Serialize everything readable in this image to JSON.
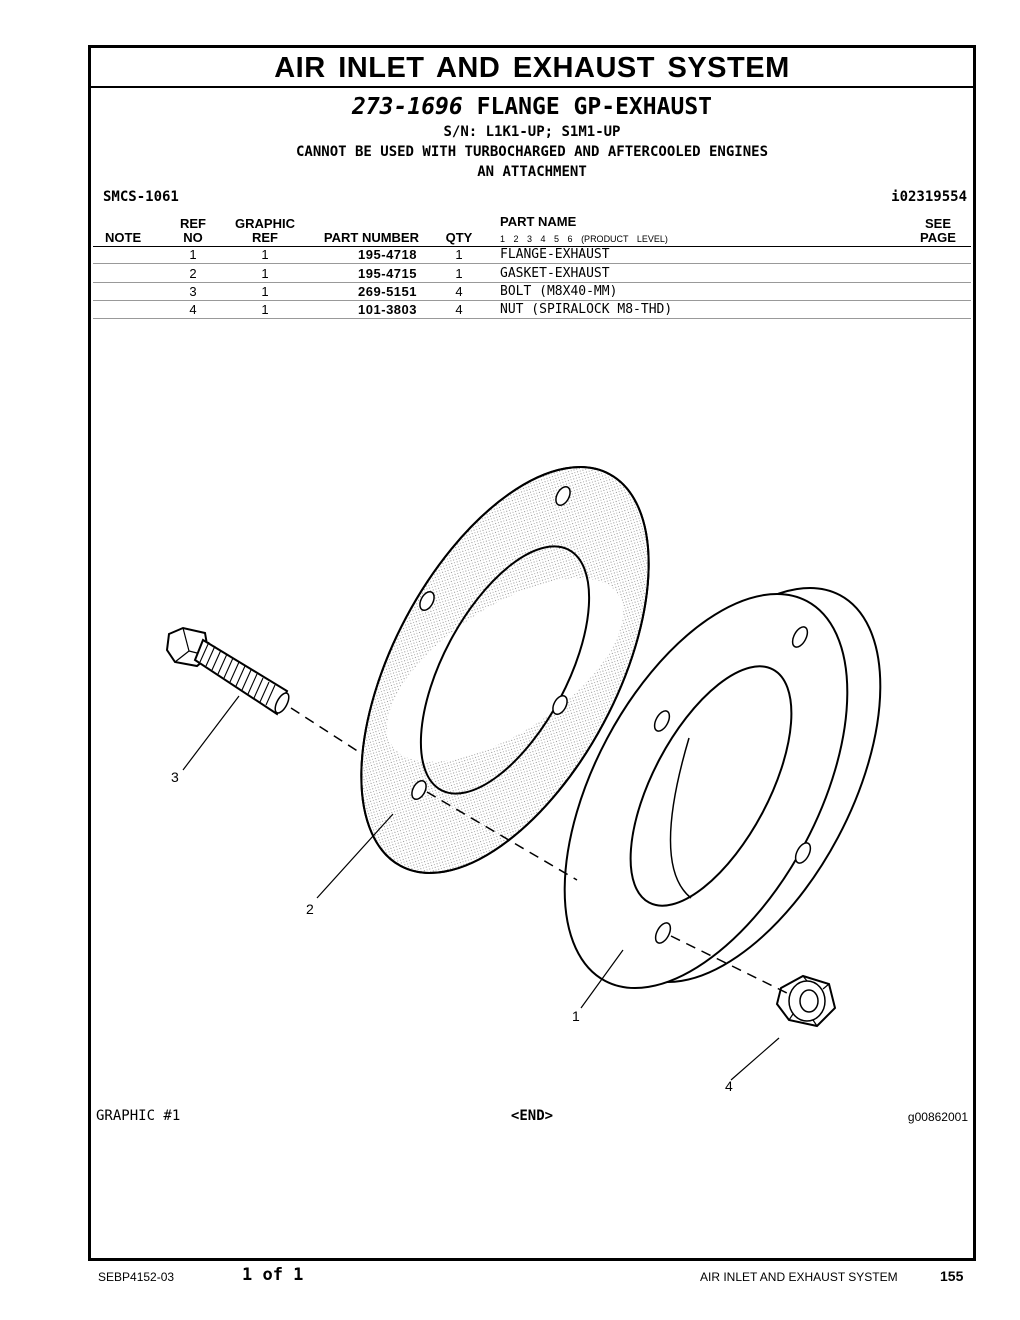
{
  "header": {
    "section_title": "AIR INLET AND EXHAUST SYSTEM",
    "group_number": "273-1696",
    "group_name": "FLANGE GP-EXHAUST",
    "serial_numbers": "S/N: L1K1-UP; S1M1-UP",
    "note_line": "CANNOT BE USED WITH TURBOCHARGED AND AFTERCOOLED ENGINES",
    "attachment_line": "AN ATTACHMENT",
    "smcs": "SMCS-1061",
    "ident": "i02319554"
  },
  "table": {
    "col_note": "NOTE",
    "col_ref_top": "REF",
    "col_ref_bottom": "NO",
    "col_graphic_top": "GRAPHIC",
    "col_graphic_bottom": "REF",
    "col_part_number": "PART NUMBER",
    "col_qty": "QTY",
    "col_part_name": "PART NAME",
    "levels": "1 2 3 4 5 6",
    "product_level": "(PRODUCT LEVEL)",
    "col_see_top": "SEE",
    "col_see_bottom": "PAGE",
    "rows": [
      {
        "ref": "1",
        "graphic": "1",
        "part_number": "195-4718",
        "qty": "1",
        "name": "FLANGE-EXHAUST"
      },
      {
        "ref": "2",
        "graphic": "1",
        "part_number": "195-4715",
        "qty": "1",
        "name": "GASKET-EXHAUST"
      },
      {
        "ref": "3",
        "graphic": "1",
        "part_number": "269-5151",
        "qty": "4",
        "name": "BOLT (M8X40-MM)"
      },
      {
        "ref": "4",
        "graphic": "1",
        "part_number": "101-3803",
        "qty": "4",
        "name": "NUT (SPIRALOCK M8-THD)"
      }
    ]
  },
  "graphic": {
    "label": "GRAPHIC #1",
    "end_mark": "<END>",
    "graphic_id": "g00862001",
    "callouts": [
      "1",
      "2",
      "3",
      "4"
    ]
  },
  "footer": {
    "doc_number": "SEBP4152-03",
    "page_of": "1 of 1",
    "section": "AIR INLET AND EXHAUST SYSTEM",
    "page_number": "155"
  }
}
